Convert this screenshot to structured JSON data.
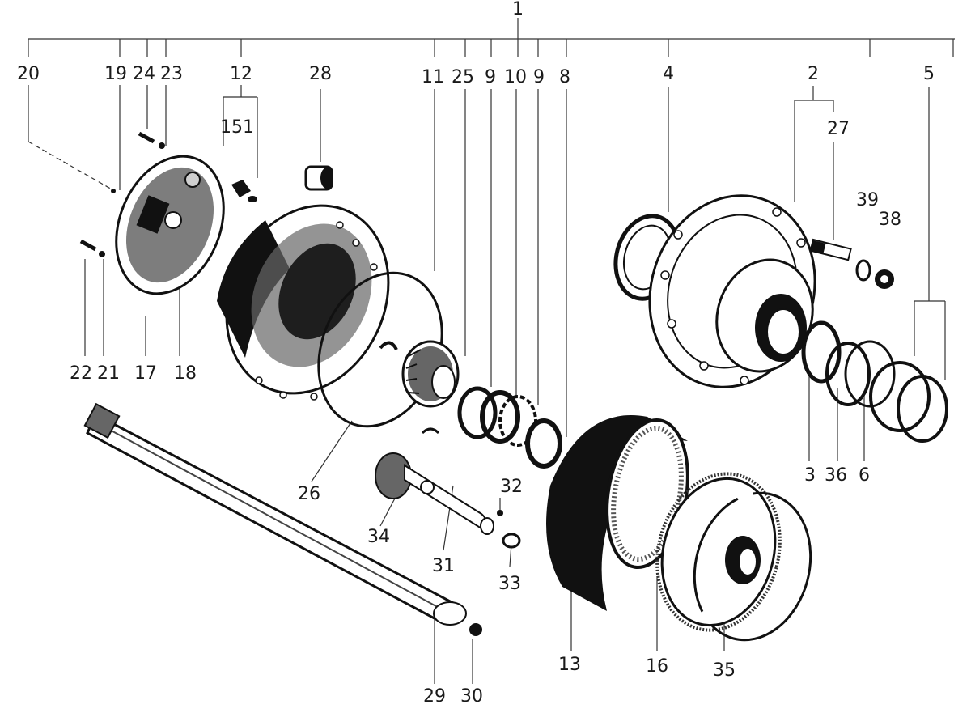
{
  "diagram": {
    "colors": {
      "ink": "#111111",
      "paper": "#ffffff",
      "label": "#1a1a1a"
    },
    "labels": {
      "n1": "1",
      "n2": "2",
      "n3": "3",
      "n4": "4",
      "n5": "5",
      "n6": "6",
      "n8": "8",
      "n9a": "9",
      "n9b": "9",
      "n10": "10",
      "n11": "11",
      "n12": "12",
      "n13": "13",
      "n15": "151",
      "n16": "16",
      "n17": "17",
      "n18": "18",
      "n19": "19",
      "n20": "20",
      "n21": "21",
      "n22": "22",
      "n23": "23",
      "n24": "24",
      "n25": "25",
      "n26": "26",
      "n27": "27",
      "n28": "28",
      "n29": "29",
      "n30": "30",
      "n31": "31",
      "n32": "32",
      "n33": "33",
      "n34": "34",
      "n35": "35",
      "n36": "36",
      "n38": "38",
      "n39": "39"
    }
  }
}
